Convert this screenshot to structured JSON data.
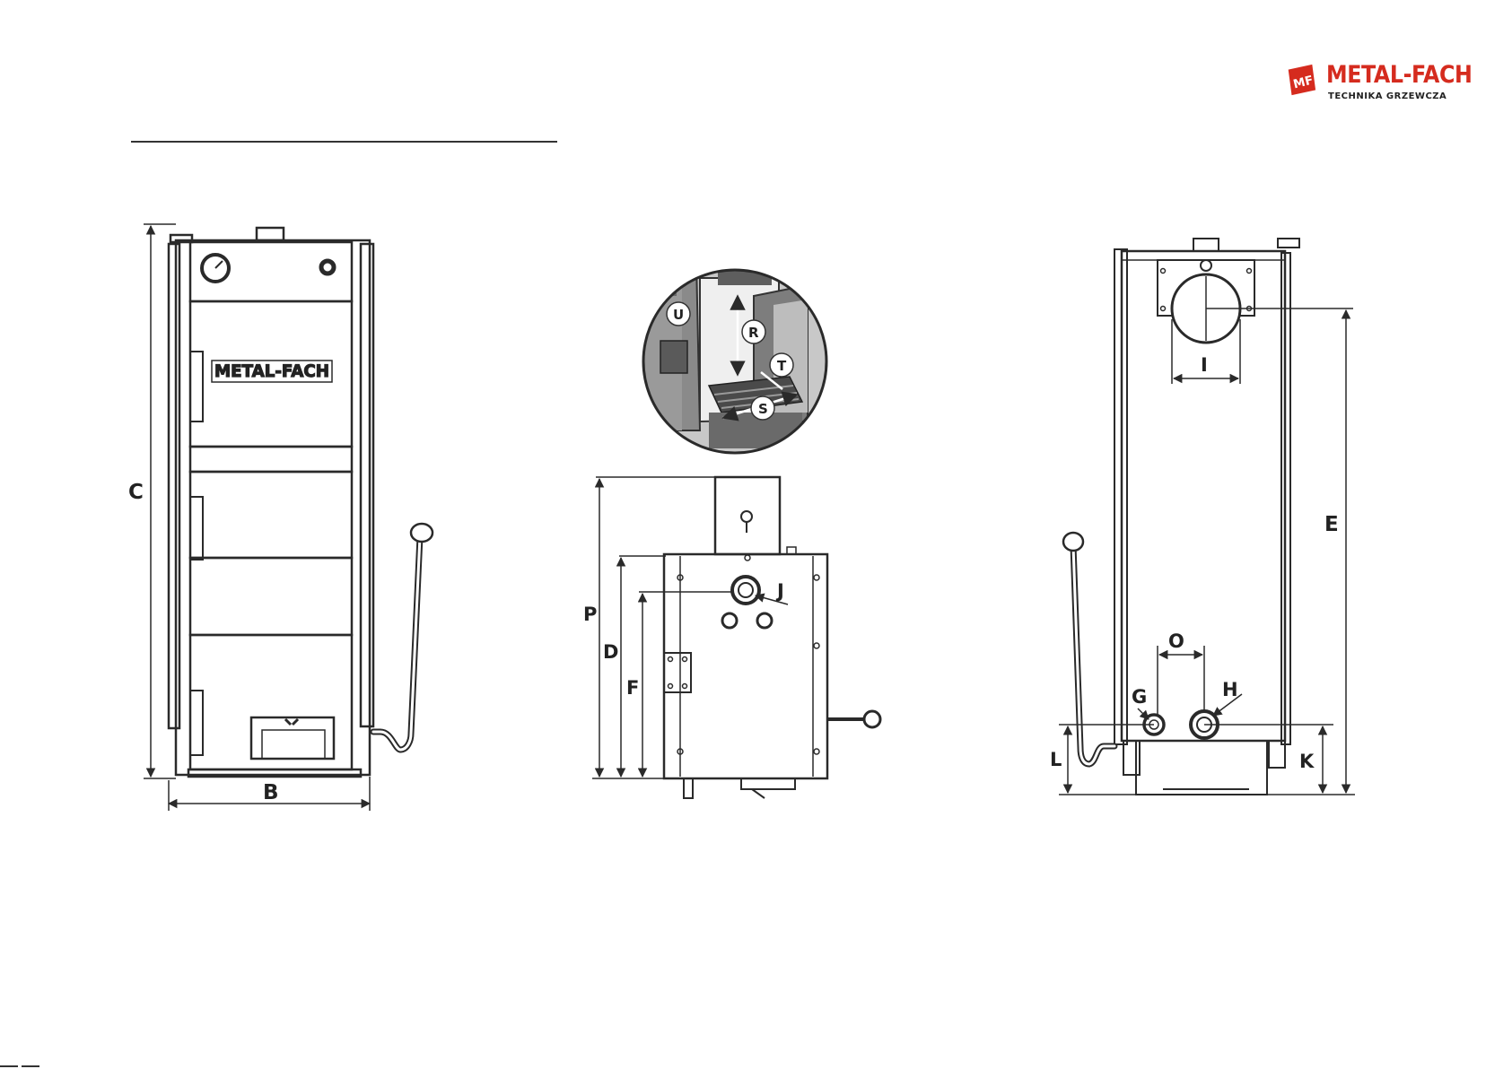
{
  "logo": {
    "brand": "METAL-FACH",
    "tagline": "TECHNIKA GRZEWCZA",
    "mark": "MF",
    "brand_color": "#d52b1e"
  },
  "front_view": {
    "door_brand": "METAL-FACH",
    "dims": {
      "height": "C",
      "width": "B"
    }
  },
  "inset_view": {
    "dims": [
      "U",
      "R",
      "T",
      "S"
    ]
  },
  "side_view": {
    "dims": {
      "total_height": "P",
      "d": "D",
      "f": "F",
      "j": "J"
    }
  },
  "rear_view": {
    "dims": {
      "e": "E",
      "i": "I",
      "o": "O",
      "g": "G",
      "h": "H",
      "l": "L",
      "k": "K"
    }
  },
  "colors": {
    "line": "#2a2a2a",
    "inset_fill": "#8a8a8a",
    "inset_dark": "#3a3a3a"
  }
}
